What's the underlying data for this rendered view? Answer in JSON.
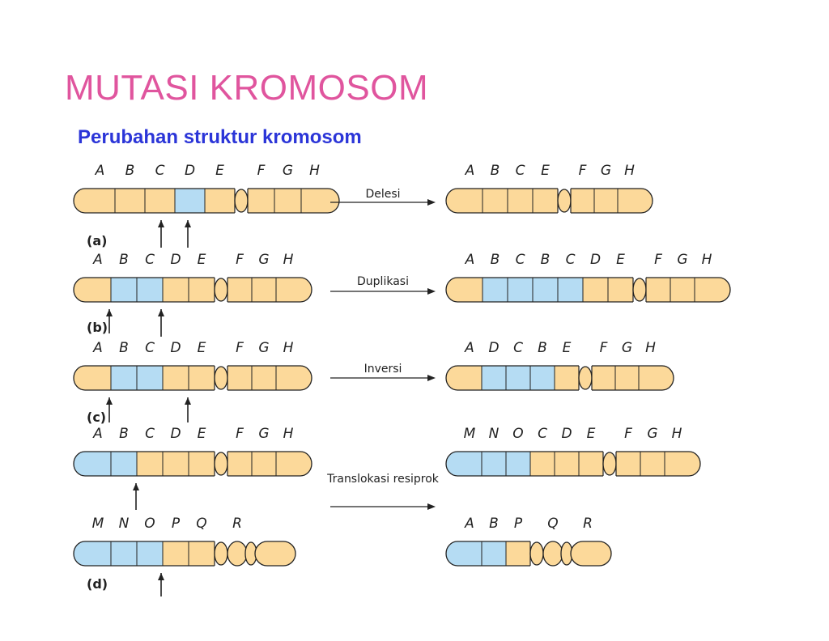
{
  "title": "MUTASI KROMOSOM",
  "subtitle": "Perubahan struktur kromosom",
  "colors": {
    "title": "#e0559e",
    "subtitle": "#2b35d8",
    "segment_orange": "#fcd99a",
    "segment_blue": "#b5dcf3",
    "outline": "#222222"
  },
  "panel_labels": [
    "(a)",
    "(b)",
    "(c)",
    "(d)"
  ],
  "operations": {
    "deletion": "Delesi",
    "duplication": "Duplikasi",
    "inversion": "Inversi",
    "translocation": "Translokasi resiprok"
  },
  "chromosomes": {
    "a_before": {
      "labels": [
        "A",
        "B",
        "C",
        "D",
        "E",
        "F",
        "G",
        "H"
      ],
      "colors": [
        "orange",
        "orange",
        "orange",
        "blue",
        "orange",
        "orange",
        "orange",
        "orange"
      ]
    },
    "a_after": {
      "labels": [
        "A",
        "B",
        "C",
        "E",
        "F",
        "G",
        "H"
      ],
      "colors": [
        "orange",
        "orange",
        "orange",
        "orange",
        "orange",
        "orange",
        "orange"
      ]
    },
    "b_before": {
      "labels": [
        "A",
        "B",
        "C",
        "D",
        "E",
        "F",
        "G",
        "H"
      ],
      "colors": [
        "orange",
        "blue",
        "blue",
        "orange",
        "orange",
        "orange",
        "orange",
        "orange"
      ]
    },
    "b_after": {
      "labels": [
        "A",
        "B",
        "C",
        "B",
        "C",
        "D",
        "E",
        "F",
        "G",
        "H"
      ],
      "colors": [
        "orange",
        "blue",
        "blue",
        "blue",
        "blue",
        "orange",
        "orange",
        "orange",
        "orange",
        "orange"
      ]
    },
    "c_before": {
      "labels": [
        "A",
        "B",
        "C",
        "D",
        "E",
        "F",
        "G",
        "H"
      ],
      "colors": [
        "orange",
        "blue",
        "blue",
        "orange",
        "orange",
        "orange",
        "orange",
        "orange"
      ]
    },
    "c_after": {
      "labels": [
        "A",
        "D",
        "C",
        "B",
        "E",
        "F",
        "G",
        "H"
      ],
      "colors": [
        "orange",
        "blue",
        "blue",
        "blue",
        "orange",
        "orange",
        "orange",
        "orange"
      ]
    },
    "d1_before": {
      "labels": [
        "A",
        "B",
        "C",
        "D",
        "E",
        "F",
        "G",
        "H"
      ],
      "colors": [
        "blue",
        "blue",
        "orange",
        "orange",
        "orange",
        "orange",
        "orange",
        "orange"
      ]
    },
    "d2_before": {
      "labels": [
        "M",
        "N",
        "O",
        "P",
        "Q",
        "R"
      ],
      "colors": [
        "blue",
        "blue",
        "blue",
        "orange",
        "orange",
        "orange"
      ]
    },
    "d1_after": {
      "labels": [
        "M",
        "N",
        "O",
        "C",
        "D",
        "E",
        "F",
        "G",
        "H"
      ],
      "colors": [
        "blue",
        "blue",
        "blue",
        "orange",
        "orange",
        "orange",
        "orange",
        "orange",
        "orange"
      ]
    },
    "d2_after": {
      "labels": [
        "A",
        "B",
        "P",
        "Q",
        "R"
      ],
      "colors": [
        "blue",
        "blue",
        "orange",
        "orange",
        "orange"
      ]
    }
  }
}
